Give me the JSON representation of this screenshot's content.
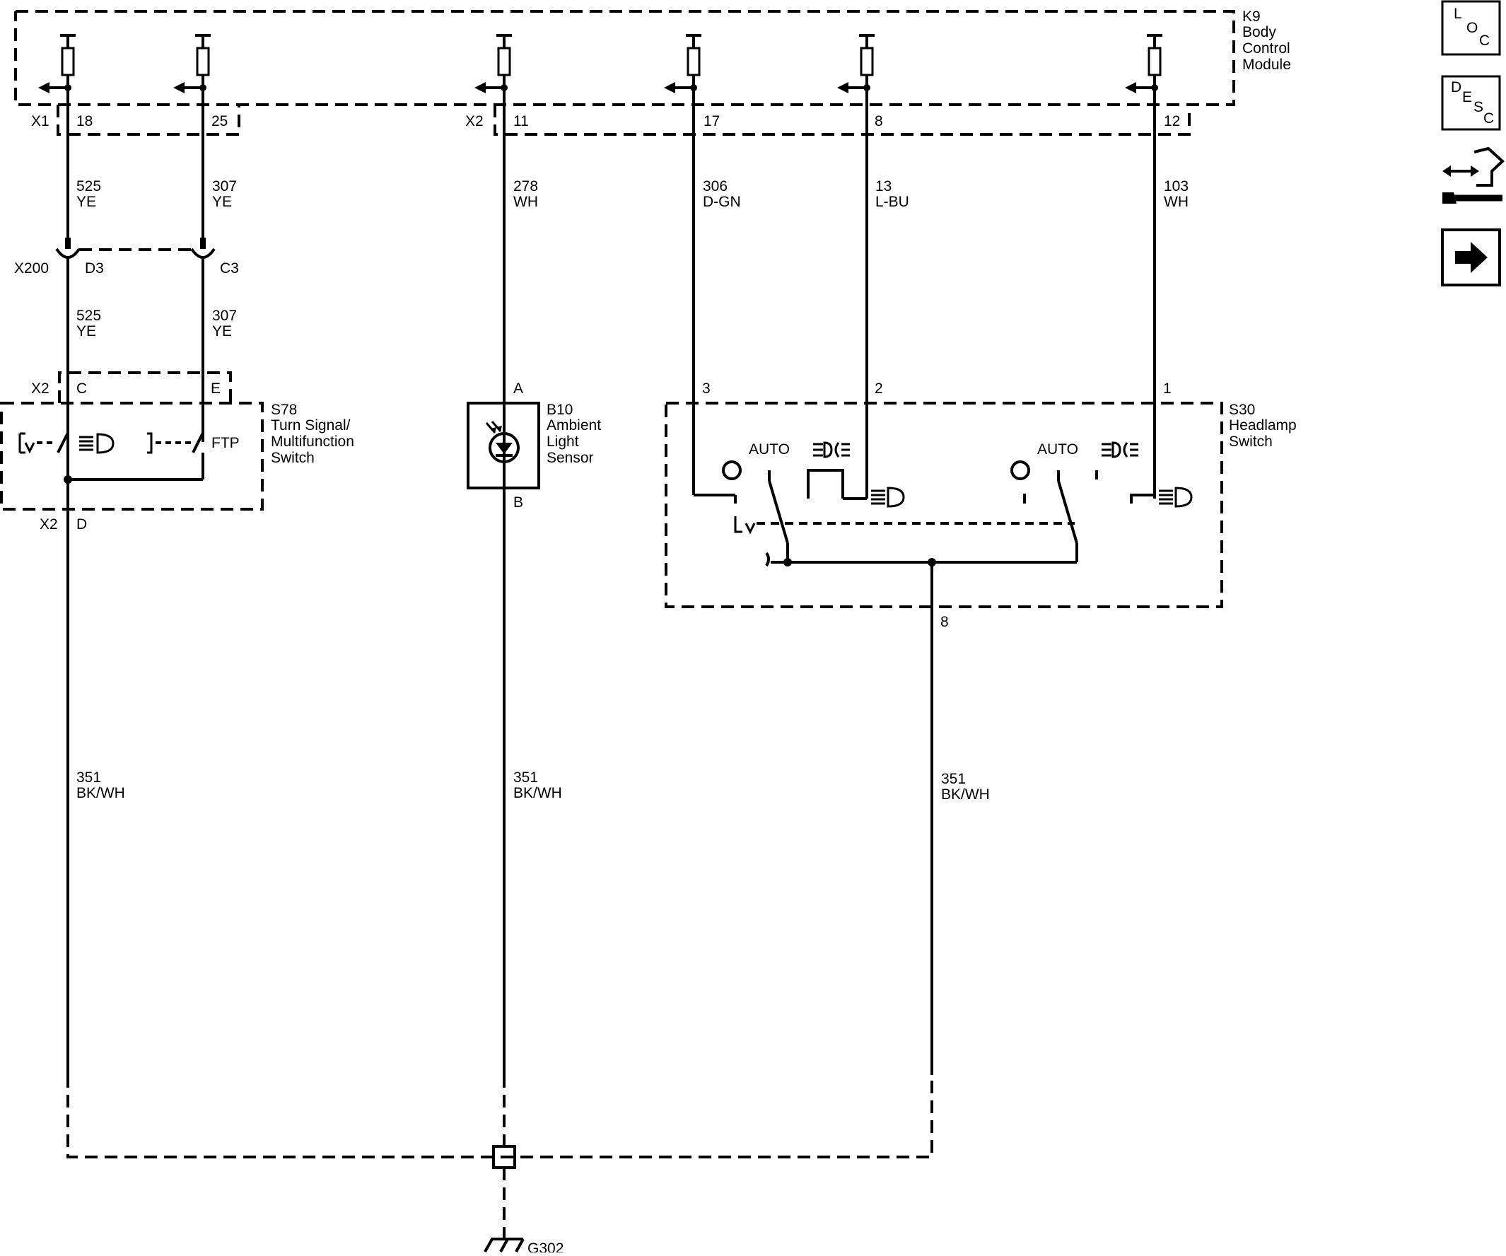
{
  "modules": {
    "k9": {
      "id": "K9",
      "line1": "Body",
      "line2": "Control",
      "line3": "Module"
    },
    "s78": {
      "id": "S78",
      "line1": "Turn Signal/",
      "line2": "Multifunction",
      "line3": "Switch",
      "ftp": "FTP"
    },
    "b10": {
      "id": "B10",
      "line1": "Ambient",
      "line2": "Light",
      "line3": "Sensor"
    },
    "s30": {
      "id": "S30",
      "line1": "Headlamp",
      "line2": "Switch",
      "auto": "AUTO"
    }
  },
  "connectors": {
    "x1": "X1",
    "x2_top": "X2",
    "x200": "X200",
    "x2_s78": "X2",
    "x2_s78_bottom": "X2",
    "pins": {
      "k9_18": "18",
      "k9_25": "25",
      "k9_11": "11",
      "k9_17": "17",
      "k9_8": "8",
      "k9_12": "12",
      "x200_d3": "D3",
      "x200_c3": "C3",
      "s78_c": "C",
      "s78_e": "E",
      "s78_d": "D",
      "b10_a": "A",
      "b10_b": "B",
      "s30_3": "3",
      "s30_2": "2",
      "s30_1": "1",
      "s30_8": "8"
    }
  },
  "wires": {
    "w525a": {
      "circuit": "525",
      "color": "YE"
    },
    "w307a": {
      "circuit": "307",
      "color": "YE"
    },
    "w278": {
      "circuit": "278",
      "color": "WH"
    },
    "w306": {
      "circuit": "306",
      "color": "D-GN"
    },
    "w13": {
      "circuit": "13",
      "color": "L-BU"
    },
    "w103": {
      "circuit": "103",
      "color": "WH"
    },
    "w525b": {
      "circuit": "525",
      "color": "YE"
    },
    "w307b": {
      "circuit": "307",
      "color": "YE"
    },
    "w351a": {
      "circuit": "351",
      "color": "BK/WH"
    },
    "w351b": {
      "circuit": "351",
      "color": "BK/WH"
    },
    "w351c": {
      "circuit": "351",
      "color": "BK/WH"
    }
  },
  "ground": {
    "id": "G302"
  },
  "nav": {
    "loc": {
      "l": "L",
      "o": "O",
      "c": "C"
    },
    "desc": {
      "d": "D",
      "e": "E",
      "s": "S",
      "c": "C"
    },
    "icons": [
      "connector-end-view-icon",
      "next-page-arrow-icon"
    ]
  }
}
